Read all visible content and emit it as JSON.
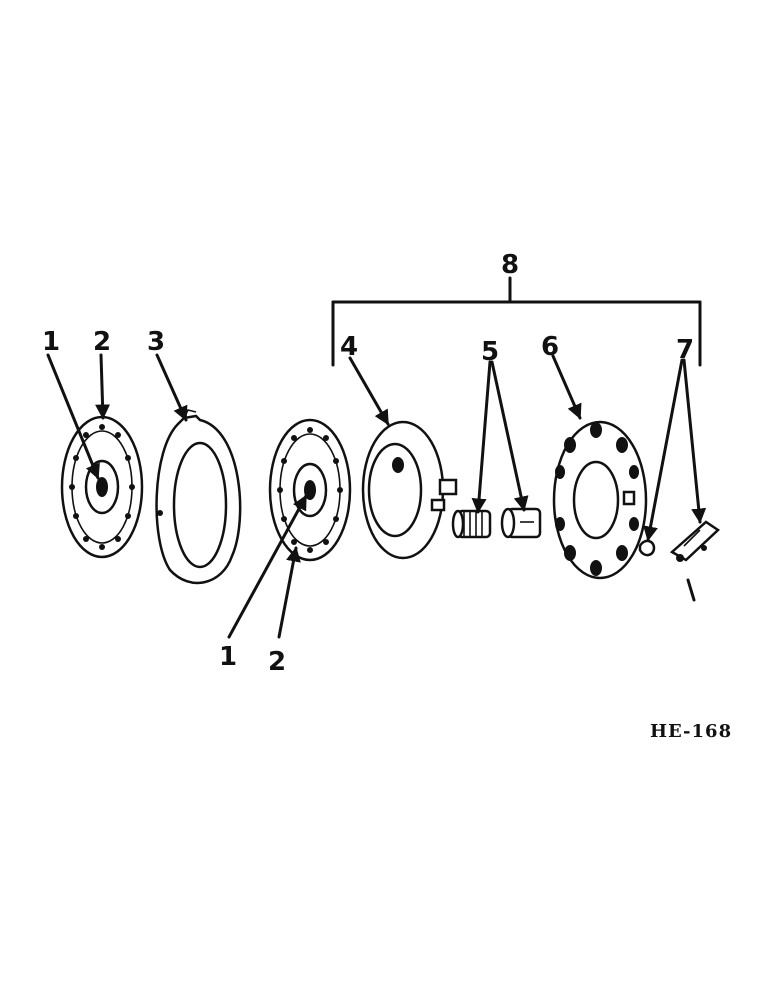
{
  "figure_id": "HE-168",
  "callouts": {
    "c1a": "1",
    "c2a": "2",
    "c3": "3",
    "c4": "4",
    "c5": "5",
    "c6": "6",
    "c7": "7",
    "c8": "8",
    "c1b": "1",
    "c2b": "2"
  }
}
